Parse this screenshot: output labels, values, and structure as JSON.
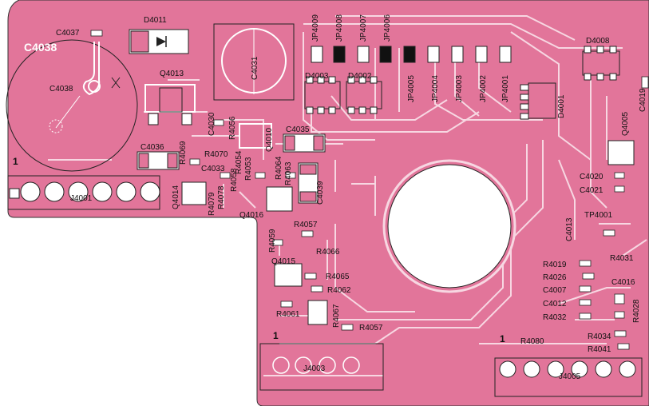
{
  "colors": {
    "board": "#e2759a",
    "trace": "#f7d7e2",
    "outline": "#222222",
    "pad": "#ffffff",
    "filled_pad": "#111111"
  },
  "labels": {
    "d4011": "D4011",
    "c4037": "C4037",
    "c4038_big": "C4038",
    "c4038_small": "C4038",
    "c4031": "C4031",
    "q4013": "Q4013",
    "c4030": "C4030",
    "r4056": "R4056",
    "q4010": "Q4010",
    "c4035": "C4035",
    "c4036": "C4036",
    "r4069": "R4069",
    "r4070": "R4070",
    "c4033": "C4033",
    "r4053": "R4053",
    "r4054": "R4054",
    "r4063": "R4063",
    "r4064": "R4064",
    "c4039": "C4039",
    "q4014": "Q4014",
    "r4079": "R4079",
    "r4078": "R4078",
    "r4058": "R4058",
    "q4016": "Q4016",
    "j4001": "J4001",
    "one_left": "1",
    "r4057_a": "R4057",
    "r4059": "R4059",
    "r4066": "R4066",
    "q4015": "Q4015",
    "r4065": "R4065",
    "r4062": "R4062",
    "r4061": "R4061",
    "r4067": "R4067",
    "r4057_b": "R4057",
    "j4003": "J4003",
    "jp4009": "JP4009",
    "jp4008": "JP4008",
    "jp4007": "JP4007",
    "jp4006": "JP4006",
    "jp4005": "JP4005",
    "jp4004": "JP4004",
    "jp4003": "JP4003",
    "jp4002": "JP4002",
    "jp4001": "JP4001",
    "d4003": "D4003",
    "d4002": "D4002",
    "d4001": "D4001",
    "d4008": "D4008",
    "q4005": "Q4005",
    "c4019": "C4019",
    "c4020": "C4020",
    "c4021": "C4021",
    "tp4001": "TP4001",
    "c4013": "C4013",
    "r4019": "R4019",
    "r4026": "R4026",
    "c4007": "C4007",
    "c4012": "C4012",
    "r4032": "R4032",
    "r4031": "R4031",
    "c4016": "C4016",
    "r4028": "R4028",
    "r4034": "R4034",
    "r4080": "R4080",
    "r4041": "R4041",
    "j4005": "J4005",
    "one_mid": "1",
    "one_right": "1"
  }
}
